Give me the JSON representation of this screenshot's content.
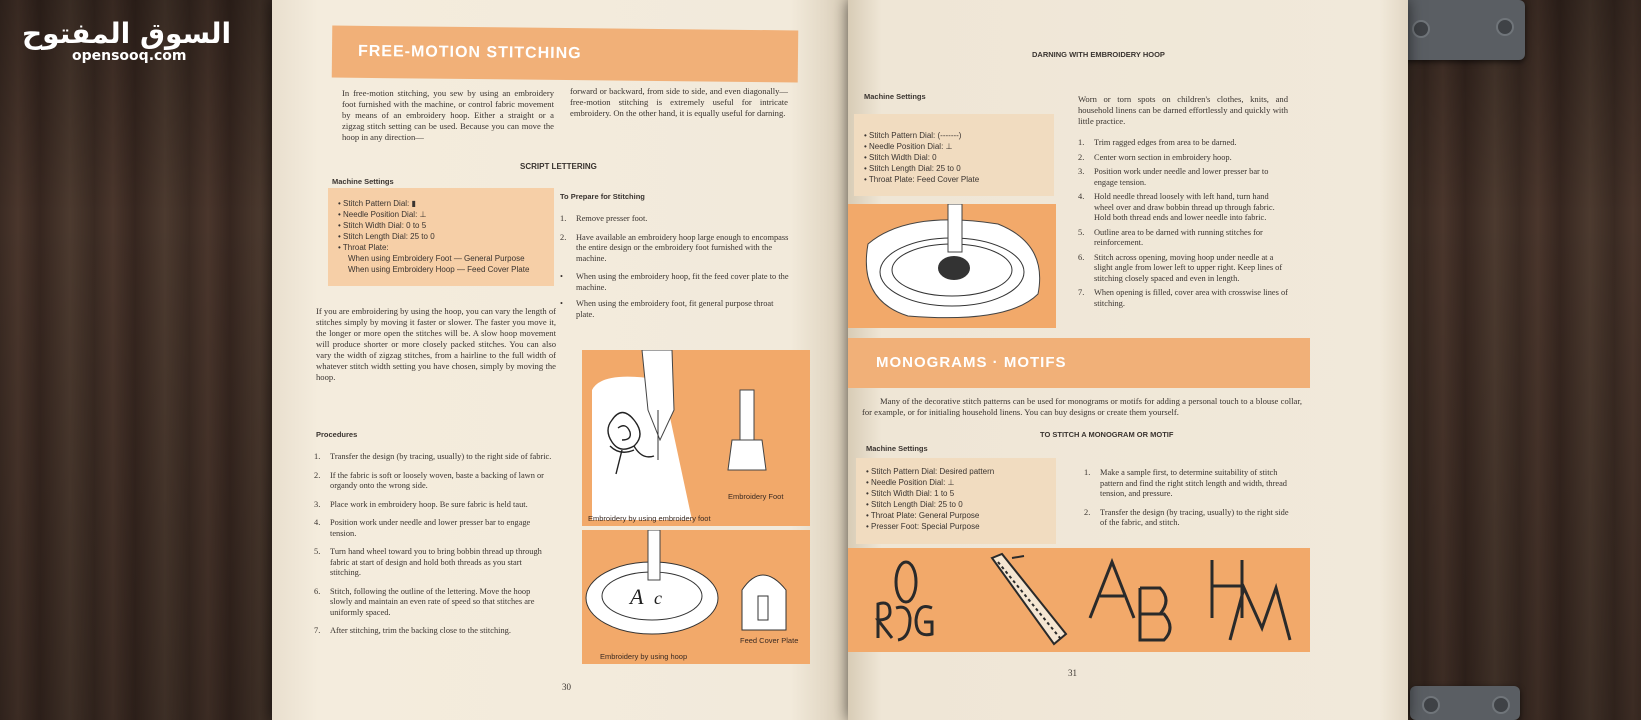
{
  "watermark": {
    "arabic": "السوق المفتوح",
    "latin": "opensooq.com"
  },
  "left_page": {
    "banner": "FREE-MOTION STITCHING",
    "intro_left": "In free-motion stitching, you sew by using an embroidery foot furnished with the machine, or control fabric movement by means of an embroidery hoop. Either a straight or a zigzag stitch setting can be used. Because you can move the hoop in any direction—",
    "intro_right": "forward or backward, from side to side, and even diagonally—free-motion stitching is extremely useful for intricate embroidery. On the other hand, it is equally useful for darning.",
    "script_heading": "SCRIPT LETTERING",
    "machine_settings_label": "Machine Settings",
    "settings": [
      "• Stitch Pattern Dial: ▮",
      "• Needle Position Dial: ⊥",
      "• Stitch Width Dial: 0 to 5",
      "• Stitch Length Dial: 25 to 0",
      "• Throat Plate:",
      "When using Embroidery Foot — General Purpose",
      "When using Embroidery Hoop — Feed Cover Plate"
    ],
    "hoop_paragraph": "If you are embroidering by using the hoop, you can vary the length of stitches simply by moving it faster or slower. The faster you move it, the longer or more open the stitches will be. A slow hoop movement will produce shorter or more closely packed stitches. You can also vary the width of zigzag stitches, from a hairline to the full width of whatever stitch width setting you have chosen, simply by moving the hoop.",
    "prepare_heading": "To Prepare for Stitching",
    "prepare_steps": [
      {
        "n": "1.",
        "text": "Remove presser foot."
      },
      {
        "n": "2.",
        "text": "Have available an embroidery hoop large enough to encompass the entire design or the embroidery foot furnished with the machine."
      },
      {
        "n": "•",
        "text": "When using the embroidery hoop, fit the feed cover plate to the machine."
      },
      {
        "n": "•",
        "text": "When using the embroidery foot, fit general purpose throat plate."
      }
    ],
    "procedures_label": "Procedures",
    "procedures": [
      {
        "n": "1.",
        "text": "Transfer the design (by tracing, usually) to the right side of fabric."
      },
      {
        "n": "2.",
        "text": "If the fabric is soft or loosely woven, baste a backing of lawn or organdy onto the wrong side."
      },
      {
        "n": "3.",
        "text": "Place work in embroidery hoop. Be sure fabric is held taut."
      },
      {
        "n": "4.",
        "text": "Position work under needle and lower presser bar to engage tension."
      },
      {
        "n": "5.",
        "text": "Turn hand wheel toward you to bring bobbin thread up through fabric at start of design and hold both threads as you start stitching."
      },
      {
        "n": "6.",
        "text": "Stitch, following the outline of the lettering. Move the hoop slowly and maintain an even rate of speed so that stitches are uniformly spaced."
      },
      {
        "n": "7.",
        "text": "After stitching, trim the backing close to the stitching."
      }
    ],
    "captions": {
      "embroidery_foot": "Embroidery Foot",
      "by_foot": "Embroidery by using embroidery foot",
      "by_hoop": "Embroidery by using hoop",
      "feed_cover": "Feed Cover Plate"
    },
    "page_number": "30"
  },
  "right_page": {
    "darning_heading": "DARNING WITH EMBROIDERY HOOP",
    "machine_settings_label": "Machine Settings",
    "darning_settings": [
      "• Stitch Pattern Dial: (-------)",
      "• Needle Position Dial: ⊥",
      "• Stitch Width Dial: 0",
      "• Stitch Length Dial: 25 to 0",
      "• Throat Plate: Feed Cover Plate"
    ],
    "darning_intro": "Worn or torn spots on children's clothes, knits, and household linens can be darned effortlessly and quickly with little practice.",
    "darning_steps": [
      {
        "n": "1.",
        "text": "Trim ragged edges from area to be darned."
      },
      {
        "n": "2.",
        "text": "Center worn section in embroidery hoop."
      },
      {
        "n": "3.",
        "text": "Position work under needle and lower presser bar to engage tension."
      },
      {
        "n": "4.",
        "text": "Hold needle thread loosely with left hand, turn hand wheel over and draw bobbin thread up through fabric. Hold both thread ends and lower needle into fabric."
      },
      {
        "n": "5.",
        "text": "Outline area to be darned with running stitches for reinforcement."
      },
      {
        "n": "6.",
        "text": "Stitch across opening, moving hoop under needle at a slight angle from lower left to upper right. Keep lines of stitching closely spaced and even in length."
      },
      {
        "n": "7.",
        "text": "When opening is filled, cover area with crosswise lines of stitching."
      }
    ],
    "monograms_banner": "MONOGRAMS · MOTIFS",
    "monograms_intro": "Many of the decorative stitch patterns can be used for monograms or motifs for adding a personal touch to a blouse collar, for example, or for initialing household linens. You can buy designs or create them yourself.",
    "monogram_heading": "TO STITCH A MONOGRAM OR MOTIF",
    "monogram_settings": [
      "• Stitch Pattern Dial: Desired pattern",
      "• Needle Position Dial: ⊥",
      "• Stitch Width Dial: 1 to 5",
      "• Stitch Length Dial: 25 to 0",
      "• Throat Plate: General Purpose",
      "• Presser Foot: Special Purpose"
    ],
    "monogram_steps": [
      {
        "n": "1.",
        "text": "Make a sample first, to determine suitability of stitch pattern and find the right stitch length and width, thread tension, and pressure."
      },
      {
        "n": "2.",
        "text": "Transfer the design (by tracing, usually) to the right side of the fabric, and stitch."
      }
    ],
    "page_number": "31"
  },
  "colors": {
    "accent": "#f1b078",
    "illustration": "#f2a96a",
    "paper": "#f3ebdc",
    "ink": "#3a3430"
  }
}
